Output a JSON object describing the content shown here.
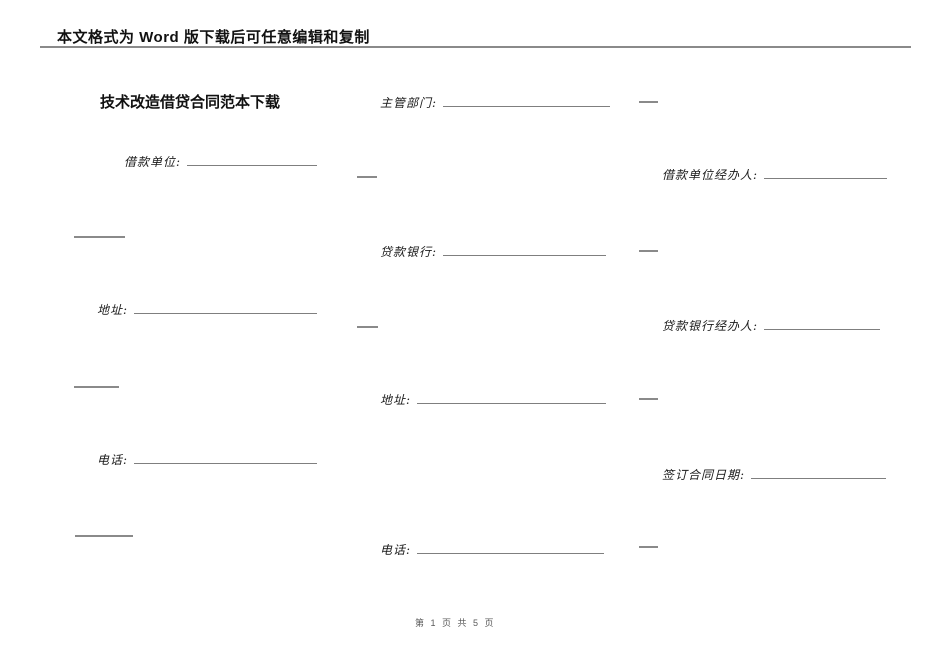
{
  "document": {
    "header_notice": "本文格式为 Word 版下载后可任意编辑和复制",
    "title": "技术改造借贷合同范本下载",
    "footer_page_info": "第 1 页 共 5 页"
  },
  "form": {
    "left_column": [
      {
        "label": "借款单位:",
        "value": ""
      },
      {
        "label": "地址:",
        "value": ""
      },
      {
        "label": "电话:",
        "value": ""
      }
    ],
    "middle_column": [
      {
        "label": "主管部门:",
        "value": ""
      },
      {
        "label": "贷款银行:",
        "value": ""
      },
      {
        "label": "地址:",
        "value": ""
      },
      {
        "label": "电话:",
        "value": ""
      }
    ],
    "right_column": [
      {
        "label": "借款单位经办人:",
        "value": ""
      },
      {
        "label": "贷款银行经办人:",
        "value": ""
      },
      {
        "label": "签订合同日期:",
        "value": ""
      }
    ]
  }
}
